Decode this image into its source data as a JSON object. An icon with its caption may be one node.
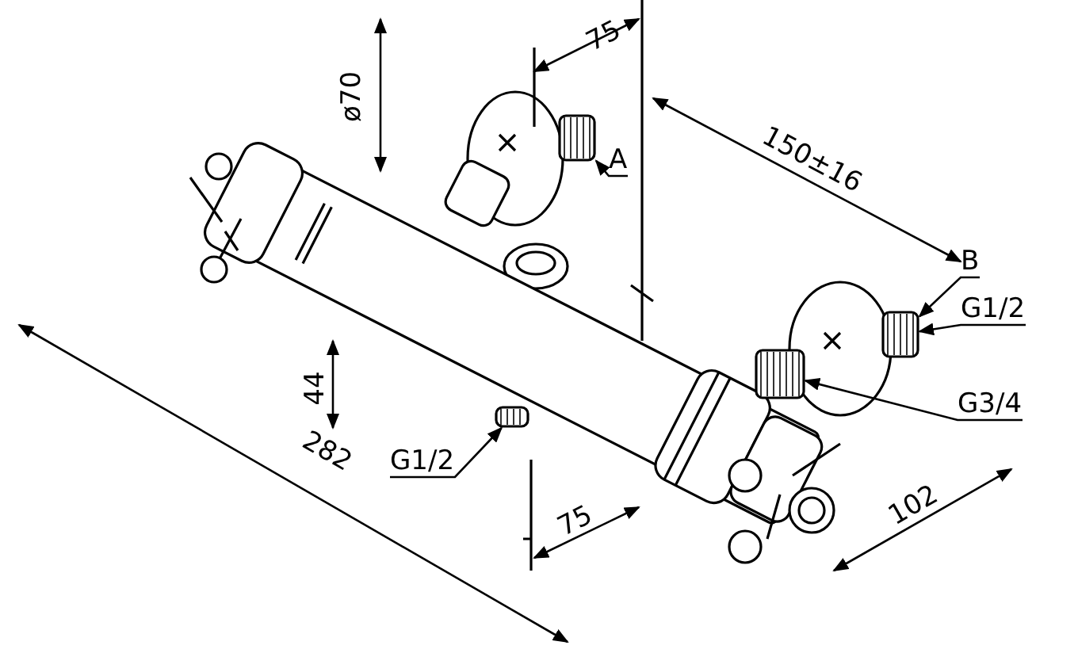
{
  "diagram": {
    "nodes": [
      {
        "text": [
          "A"
        ]
      },
      {
        "text": [],
        "shape": "picture"
      },
      {
        "text": [
          "B"
        ]
      },
      {
        "text": [
          "G1/2"
        ]
      },
      {
        "text": [],
        "shape": "picture"
      },
      {
        "text": [
          "G3/4"
        ]
      },
      {
        "text": [],
        "shape": "picture"
      },
      {
        "text": [
          "G1/2"
        ]
      },
      {
        "text": [],
        "shape": "picture"
      }
    ],
    "edges": [
      {
        "from": 0,
        "to": 1,
        "arrow": "to"
      },
      {
        "from": 2,
        "to": 4,
        "arrow": "to"
      },
      {
        "from": 3,
        "to": 4,
        "arrow": "to"
      },
      {
        "from": 5,
        "to": 6,
        "arrow": "to"
      },
      {
        "from": 7,
        "to": 8,
        "arrow": "to"
      }
    ],
    "labels": [
      "75",
      "ø70",
      "150±16",
      "44",
      "282",
      "75",
      "102"
    ]
  }
}
